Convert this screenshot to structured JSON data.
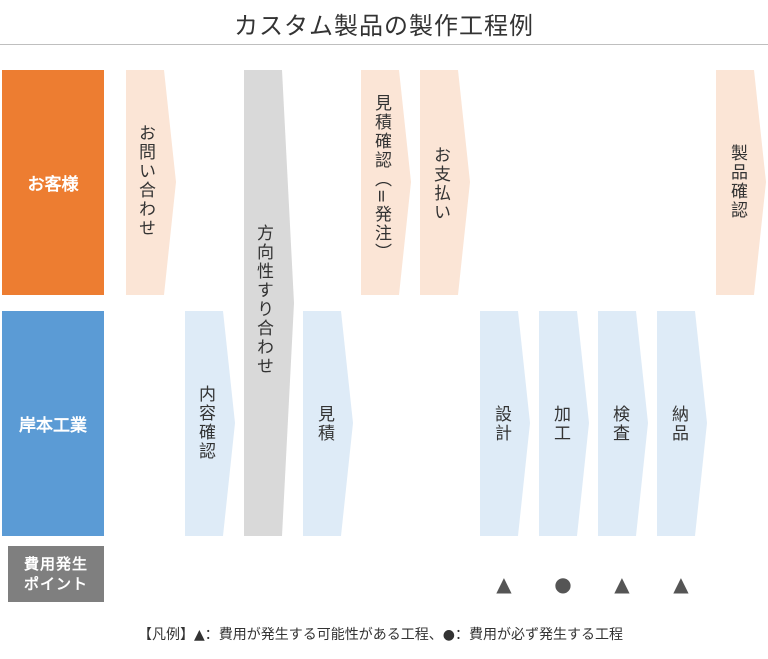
{
  "title": "カスタム製品の製作工程例",
  "colors": {
    "customer_label": "#ED7D31",
    "company_label": "#5B9BD5",
    "cost_label": "#7F7F7F",
    "customer_step": "#FBE5D6",
    "company_step": "#DEEBF7",
    "shared_step": "#D9D9D9"
  },
  "rows": {
    "customer": "お客様",
    "company": "岸本工業",
    "cost_line1": "費用発生",
    "cost_line2": "ポイント"
  },
  "steps": [
    {
      "id": "inquiry",
      "label": "お問い合わせ",
      "row": "customer"
    },
    {
      "id": "content-check",
      "label": "内容確認",
      "row": "company"
    },
    {
      "id": "direction-meeting",
      "label": "方向性すり合わせ",
      "row": "both"
    },
    {
      "id": "estimate",
      "label": "見積",
      "row": "company"
    },
    {
      "id": "estimate-confirm",
      "label": "見積確認（=発注）",
      "row": "customer"
    },
    {
      "id": "payment",
      "label": "お支払い",
      "row": "customer"
    },
    {
      "id": "design",
      "label": "設計",
      "row": "company"
    },
    {
      "id": "processing",
      "label": "加工",
      "row": "company"
    },
    {
      "id": "inspection",
      "label": "検査",
      "row": "company"
    },
    {
      "id": "delivery",
      "label": "納品",
      "row": "company"
    },
    {
      "id": "product-confirm",
      "label": "製品確認",
      "row": "customer"
    }
  ],
  "cost_marks": [
    {
      "step": "design",
      "symbol": "▲"
    },
    {
      "step": "processing",
      "symbol": "●"
    },
    {
      "step": "inspection",
      "symbol": "▲"
    },
    {
      "step": "delivery",
      "symbol": "▲"
    }
  ],
  "legend": "【凡例】▲：費用が発生する可能性がある工程、●：費用が必ず発生する工程"
}
